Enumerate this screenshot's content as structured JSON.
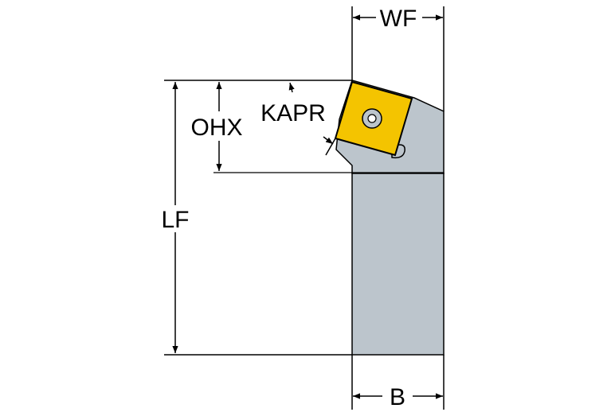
{
  "labels": {
    "wf": "WF",
    "ohx": "OHX",
    "kapr": "KAPR",
    "lf": "LF",
    "b": "B"
  },
  "colors": {
    "body": "#bcc5cc",
    "insert": "#f4c400",
    "outline": "#000000",
    "background": "#ffffff"
  }
}
